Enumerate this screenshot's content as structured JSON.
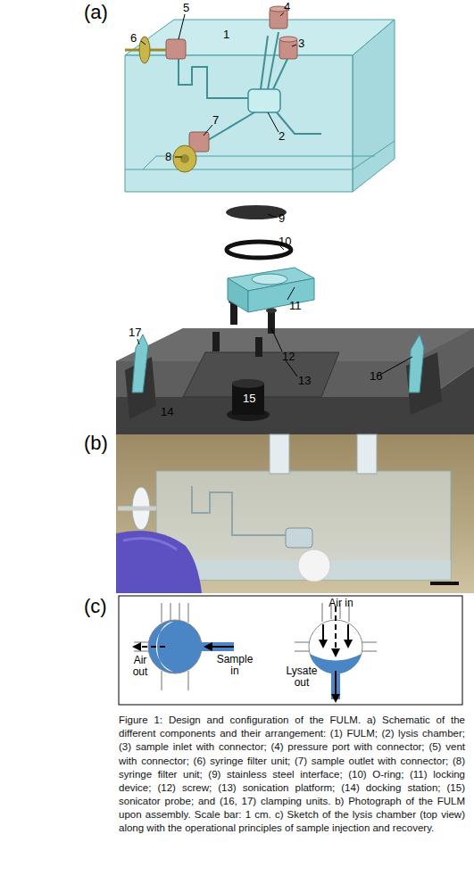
{
  "diagram": {
    "caption": "Figure 1: Design and configuration of the FULM. a) Schematic of the different components and their arrangement: (1) FULM; (2) lysis chamber; (3) sample inlet with connector; (4) pressure port with connector; (5) vent with connector; (6) syringe filter unit; (7) sample outlet with connector; (8) syringe filter unit; (9) stainless steel interface; (10) O-ring; (11) locking device; (12) screw; (13) sonication platform; (14) docking station; (15) sonicator probe; and (16, 17) clamping units. b) Photograph of the FULM upon assembly. Scale bar: 1 cm. c) Sketch of the lysis chamber (top view) along with the operational principles of sample injection and recovery.",
    "labels": [
      "(a)",
      "6",
      "5",
      "1",
      "4",
      "3",
      "7",
      "2",
      "8",
      "9",
      "10",
      "11",
      "12",
      "17",
      "13",
      "16",
      "14",
      "15",
      "(b)",
      "(c)",
      "Air out",
      "Sample in",
      "Air in",
      "Lysate out"
    ]
  }
}
